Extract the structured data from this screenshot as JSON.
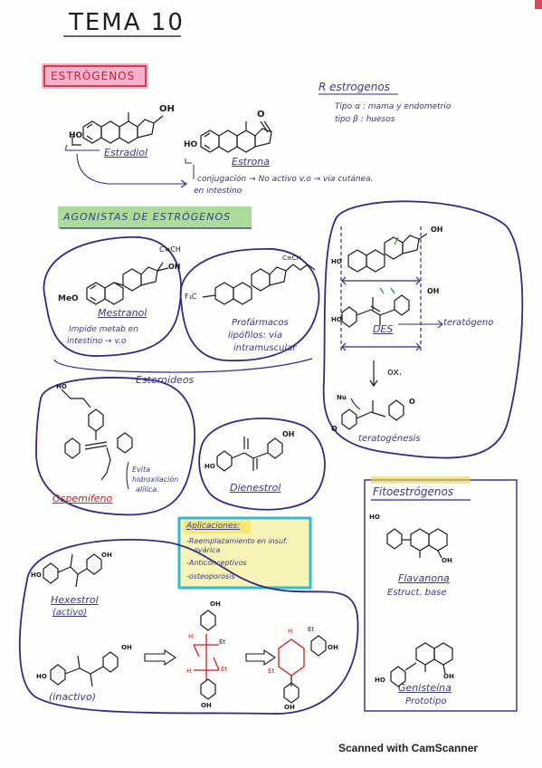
{
  "title": "TEMA 10",
  "estrogenos_header": "ESTRÓGENOS",
  "r_estrogenos": {
    "title": "R estrogenos",
    "line1": "Tipo α : mama y endometrio",
    "line2": "tipo β : huesos"
  },
  "structures": {
    "estradiol": "Estradiol",
    "estrona": "Estrona",
    "mestranol": "Mestranol",
    "des": "DES",
    "ospemifeno": "Ospemifeno",
    "dienestrol": "Dienestrol",
    "hexestrol": "Hexestrol",
    "hexestrol_active": "(activo)",
    "hexestrol_inactive": "(inactivo)",
    "flavanona": "Flavanona",
    "flavanona_note": "Estruct. base",
    "genisteina": "Genisteína",
    "genisteina_note": "Prototipo"
  },
  "conjugation_note": {
    "line1": "conjugación → No activo v.o → vía cutánea.",
    "line2": "en intestino"
  },
  "agonistas_header": "AGONISTAS DE ESTRÓGENOS",
  "mestranol_note": {
    "line1": "Impide metab en",
    "line2": "intestino → v.o"
  },
  "profarmacos_note": {
    "line1": "Profármacos",
    "line2": "lipófilos: vía",
    "line3": "intramuscular"
  },
  "esteroidicos": "Esteroideos",
  "teratogeno": "teratógeno",
  "ox": "ox.",
  "teratogenesis": "teratogénesis",
  "ospemifeno_note": {
    "line1": "Evita",
    "line2": "hidroxilación",
    "line3": "alílica."
  },
  "aplicaciones": {
    "title": "Aplicaciones:",
    "item1_line1": "-Reemplazamiento en insuf.",
    "item1_line2": "ovárica",
    "item2": "-Anticonceptivos",
    "item3": "-osteoporosis"
  },
  "fitoestrogenos_header": "Fitoestrógenos",
  "chem": {
    "oh": "OH",
    "ho": "HO",
    "o": "O",
    "meo": "MeO",
    "nu": "Nu",
    "h": "H",
    "et": "Et",
    "cch": "C≡CH",
    "f3c": "F₃C"
  },
  "footer": "Scanned with CamScanner",
  "colors": {
    "ink_blue": "#2e2d82",
    "header_red": "#c1272d",
    "header_pink": "#f4a9c6",
    "header_green": "#9fd58a",
    "header_yellow": "#f3e66b",
    "box_cyan": "#36b8c9",
    "box_lemon": "#f5ee8c",
    "red_ink": "#d21c1c"
  }
}
